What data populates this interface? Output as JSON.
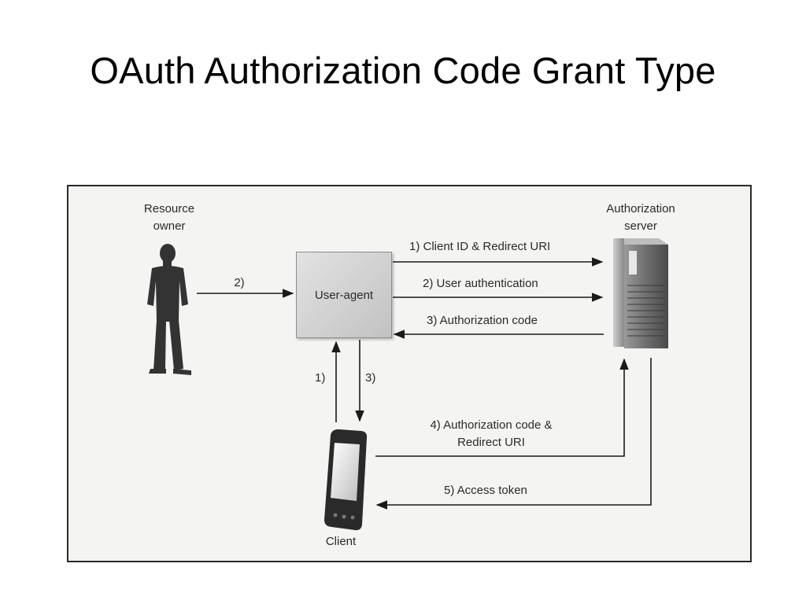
{
  "title": "OAuth Authorization Code Grant Type",
  "diagram": {
    "nodes": {
      "resource_owner": {
        "label_line1": "Resource",
        "label_line2": "owner",
        "icon": "person-silhouette-icon"
      },
      "user_agent": {
        "label": "User-agent"
      },
      "authorization_server": {
        "label_line1": "Authorization",
        "label_line2": "server",
        "icon": "server-tower-icon"
      },
      "client": {
        "label": "Client",
        "icon": "mobile-phone-icon"
      }
    },
    "edges": {
      "owner_to_agent": "2)",
      "agent_to_server_1": "1) Client ID & Redirect URI",
      "agent_to_server_2": "2) User authentication",
      "server_to_agent_3": "3) Authorization code",
      "client_to_agent": "1)",
      "agent_to_client": "3)",
      "client_to_server_line1": "4) Authorization code &",
      "client_to_server_line2": "Redirect URI",
      "server_to_client": "5) Access token"
    },
    "colors": {
      "line": "#1a1a1a",
      "figure_background": "#f4f4f2",
      "silhouette": "#333333",
      "server_body": "#7a7a7a"
    }
  }
}
